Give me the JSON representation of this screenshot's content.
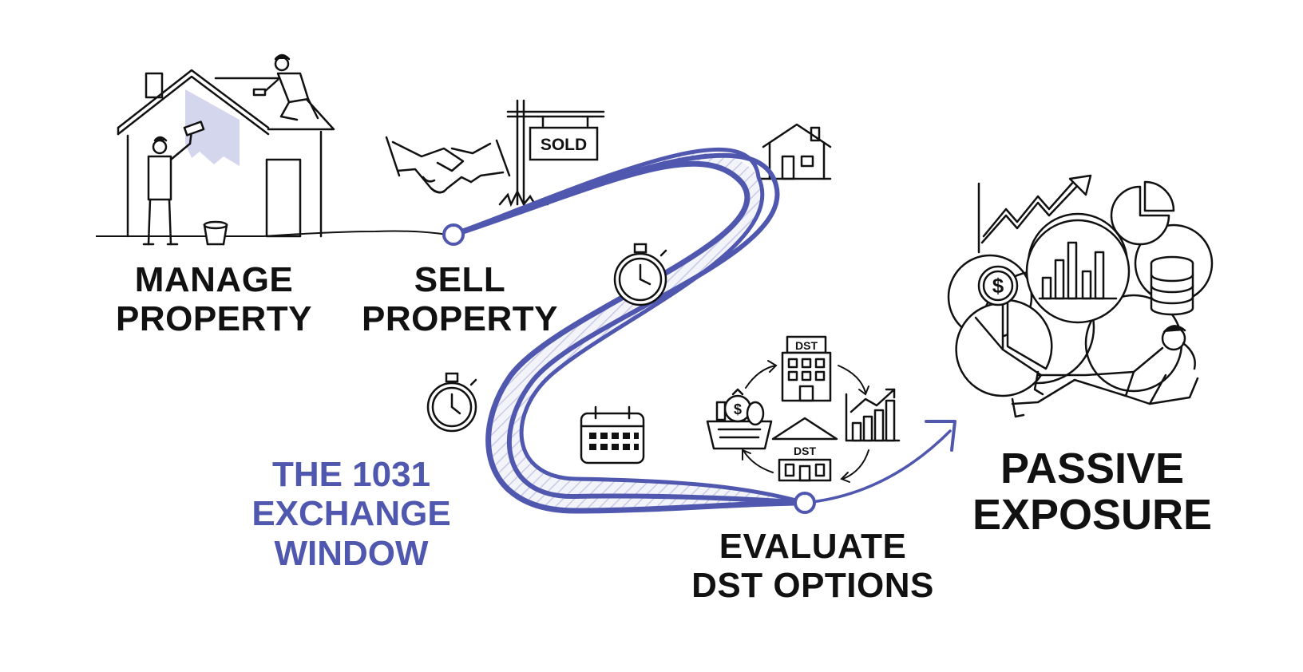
{
  "colors": {
    "accent": "#4F57AE",
    "ink": "#111111",
    "hatch": "#C9CBE6",
    "paint": "#D4D6EE"
  },
  "steps": {
    "manage": {
      "line1": "MANAGE",
      "line2": "PROPERTY"
    },
    "sell": {
      "line1": "SELL",
      "line2": "PROPERTY"
    },
    "window": {
      "line1": "THE 1031",
      "line2": "EXCHANGE",
      "line3": "WINDOW"
    },
    "evaluate": {
      "line1": "EVALUATE",
      "line2": "DST OPTIONS"
    },
    "passive": {
      "line1": "PASSIVE",
      "line2": "EXPOSURE"
    }
  },
  "signs": {
    "sold": "SOLD",
    "dst_top": "DST",
    "dst_bottom": "DST"
  },
  "icons": [
    "house-icon",
    "painter-icon",
    "roofer-icon",
    "paint-bucket-icon",
    "handshake-icon",
    "sold-sign-icon",
    "small-house-icon",
    "stopwatch-icon",
    "calendar-icon",
    "dst-building-icon",
    "money-basket-icon",
    "bar-chart-icon",
    "trend-arrow-icon",
    "pie-chart-icon",
    "dollar-coin-icon",
    "coin-stack-icon",
    "relaxing-person-icon",
    "arrow-icon"
  ]
}
